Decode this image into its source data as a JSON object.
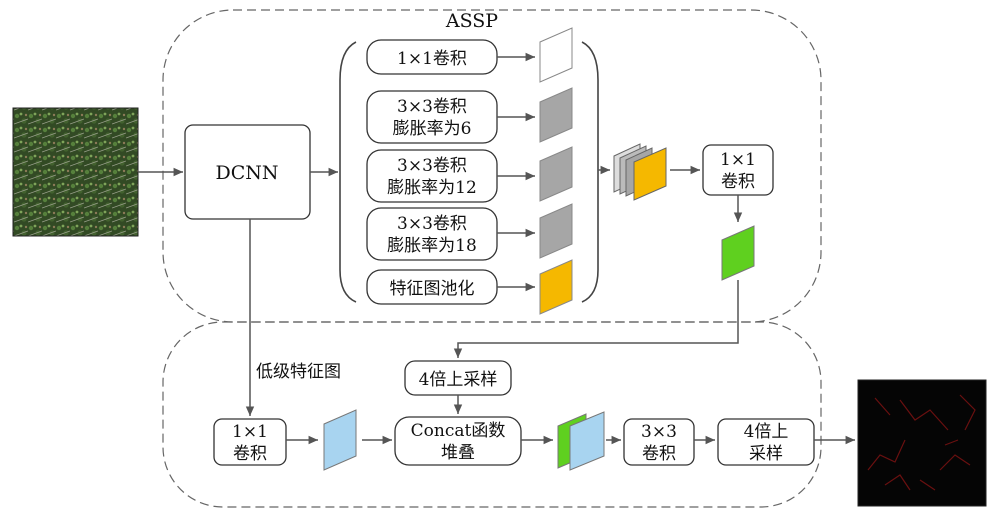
{
  "diagram": {
    "aspp_label": "ASSP",
    "encoder_label": "DCNN",
    "branches": [
      {
        "line1": "1×1卷积",
        "line2": ""
      },
      {
        "line1": "3×3卷积",
        "line2": "膨胀率为6"
      },
      {
        "line1": "3×3卷积",
        "line2": "膨胀率为12"
      },
      {
        "line1": "3×3卷积",
        "line2": "膨胀率为18"
      },
      {
        "line1": "特征图池化",
        "line2": ""
      }
    ],
    "aspp_conv": {
      "line1": "1×1",
      "line2": "卷积"
    },
    "low_level_label": "低级特征图",
    "upsample_top": "4倍上采样",
    "decoder_conv1": {
      "line1": "1×1",
      "line2": "卷积"
    },
    "concat": {
      "line1": "Concat函数",
      "line2": "堆叠"
    },
    "decoder_conv3": {
      "line1": "3×3",
      "line2": "卷积"
    },
    "upsample_final": {
      "line1": "4倍上",
      "line2": "采样"
    }
  },
  "colors": {
    "line": "#555555",
    "box_stroke": "#333333",
    "white_map": "#ffffff",
    "gray_map": "#a6a6a6",
    "orange_map": "#f5b800",
    "green_map": "#5fd01f",
    "blue_map": "#a8d4f0",
    "input_image": "#3f5d2c",
    "output_image": "#050505"
  }
}
